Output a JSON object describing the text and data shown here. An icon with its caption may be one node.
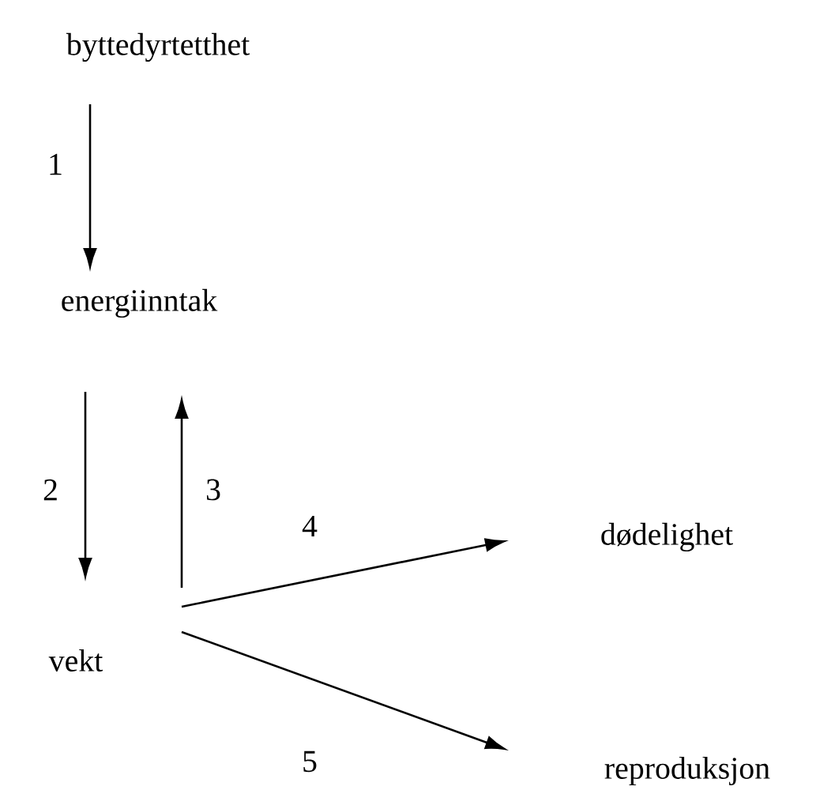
{
  "diagram": {
    "nodes": [
      {
        "text": [
          "byttedyrtetthet"
        ]
      },
      {
        "text": [
          "energiinntak"
        ]
      },
      {
        "text": [
          "vekt"
        ]
      },
      {
        "text": [
          "dødelighet"
        ]
      },
      {
        "text": [
          "reproduksjon"
        ]
      }
    ],
    "edges": [
      {
        "from": 0,
        "to": 1,
        "arrow": "to",
        "label": "1"
      },
      {
        "from": 1,
        "to": 2,
        "arrow": "to",
        "label": "2"
      },
      {
        "from": 2,
        "to": 1,
        "arrow": "to",
        "label": "3"
      },
      {
        "from": 2,
        "to": 3,
        "arrow": "to",
        "label": "4"
      },
      {
        "from": 2,
        "to": 4,
        "arrow": "to",
        "label": "5"
      }
    ]
  }
}
